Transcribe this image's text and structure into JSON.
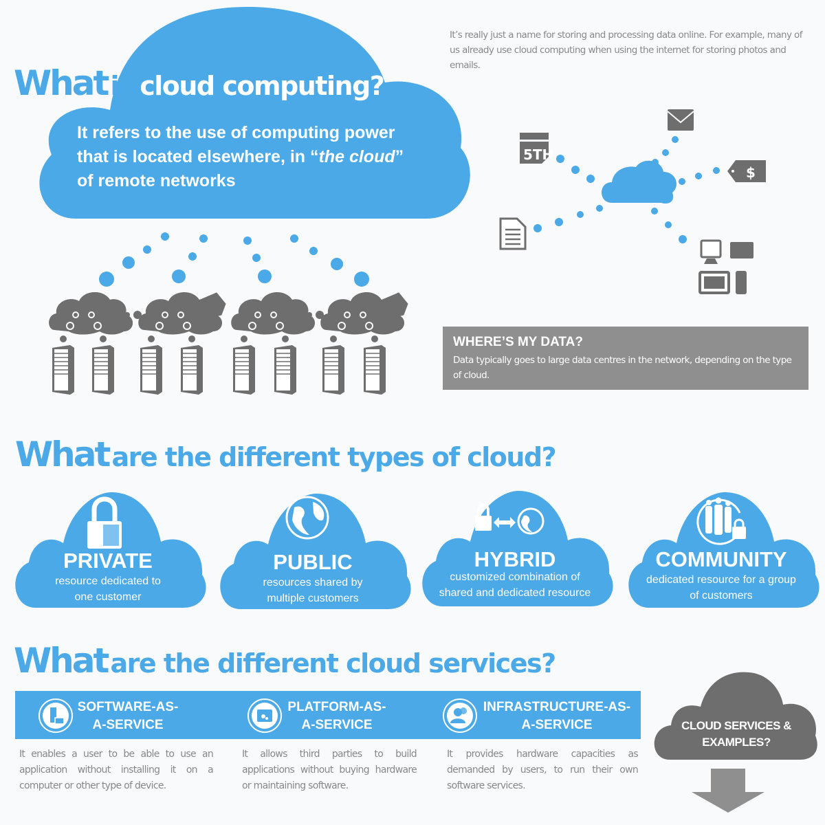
{
  "colors": {
    "accent_blue": "#4aa9e6",
    "icon_grey": "#6e6e6e",
    "panel_grey": "#8f8f8f",
    "background": "#f9fafb"
  },
  "section1": {
    "headline_what": "What",
    "headline_is": "is",
    "headline_rest": "cloud computing?",
    "definition_line1": "It refers to the use of computing power",
    "definition_line2_pre": "that is located elsewhere, in “",
    "definition_line2_em": "the cloud",
    "definition_line2_post": "”",
    "definition_line3": "of remote networks",
    "intro_text": "It’s really just a name for storing and processing data online. For example, many of us already use cloud computing when using the internet for storing photos and emails.",
    "hub_icons": [
      "calendar-icon",
      "mail-icon",
      "price-tag-icon",
      "document-icon",
      "devices-icon"
    ],
    "calendar_label": "5TH",
    "price_label": "$",
    "where_panel": {
      "title": "WHERE’S MY DATA?",
      "text": "Data typically goes to large data centres in the network, depending on the type of cloud."
    }
  },
  "section2": {
    "headline_what": "What",
    "headline_rest": "are the different types of cloud?",
    "types": [
      {
        "name": "PRIVATE",
        "desc_line1": "resource dedicated to",
        "desc_line2": "one customer",
        "icon": "padlock-icon"
      },
      {
        "name": "PUBLIC",
        "desc_line1": "resources shared by",
        "desc_line2": "multiple customers",
        "icon": "globe-icon"
      },
      {
        "name": "HYBRID",
        "desc_line1": "customized combination of",
        "desc_line2": "shared and dedicated resource",
        "icon": "padlock-globe-icon"
      },
      {
        "name": "COMMUNITY",
        "desc_line1": "dedicated resource for a group",
        "desc_line2": "of customers",
        "icon": "people-group-icon"
      }
    ]
  },
  "section3": {
    "headline_what": "What",
    "headline_rest": "are the different cloud services?",
    "services": [
      {
        "title_line1": "SOFTWARE-AS-",
        "title_line2": "A-SERVICE",
        "icon": "software-icon",
        "desc": "It enables a user to be able to use an application without installing it on a computer or other type of device."
      },
      {
        "title_line1": "PLATFORM-AS-",
        "title_line2": "A-SERVICE",
        "icon": "platform-icon",
        "desc": "It allows third parties to build applications without buying hardware or maintaining software."
      },
      {
        "title_line1": "INFRASTRUCTURE-AS-",
        "title_line2": "A-SERVICE",
        "icon": "users-icon",
        "desc": "It provides hardware capacities as demanded by users, to run their own software services."
      }
    ],
    "examples_cloud": {
      "line1": "CLOUD SERVICES &",
      "line2": "EXAMPLES?"
    }
  }
}
